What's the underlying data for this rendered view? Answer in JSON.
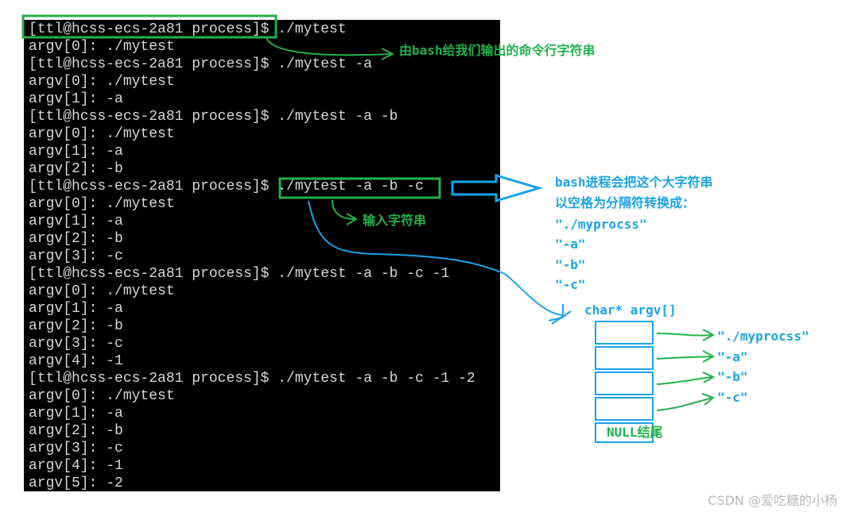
{
  "terminal": {
    "lines": [
      "[ttl@hcss-ecs-2a81 process]$ ./mytest",
      "argv[0]: ./mytest",
      "[ttl@hcss-ecs-2a81 process]$ ./mytest -a",
      "argv[0]: ./mytest",
      "argv[1]: -a",
      "[ttl@hcss-ecs-2a81 process]$ ./mytest -a -b",
      "argv[0]: ./mytest",
      "argv[1]: -a",
      "argv[2]: -b",
      "[ttl@hcss-ecs-2a81 process]$ ./mytest -a -b -c",
      "argv[0]: ./mytest",
      "argv[1]: -a",
      "argv[2]: -b",
      "argv[3]: -c",
      "[ttl@hcss-ecs-2a81 process]$ ./mytest -a -b -c -1",
      "argv[0]: ./mytest",
      "argv[1]: -a",
      "argv[2]: -b",
      "argv[3]: -c",
      "argv[4]: -1",
      "[ttl@hcss-ecs-2a81 process]$ ./mytest -a -b -c -1 -2",
      "argv[0]: ./mytest",
      "argv[1]: -a",
      "argv[2]: -b",
      "argv[3]: -c",
      "argv[4]: -1",
      "argv[5]: -2"
    ]
  },
  "annotations": {
    "prompt_note": "由bash给我们输出的命令行字符串",
    "input_note": "输入字符串",
    "split_note_line1": "bash进程会把这个大字符串",
    "split_note_line2": "以空格为分隔符转换成：",
    "split_tokens": [
      "\"./myprocss\"",
      "\"-a\"",
      "\"-b\"",
      "\"-c\""
    ]
  },
  "argv_array": {
    "title": "char* argv[]",
    "entries": [
      "\"./myprocss\"",
      "\"-a\"",
      "\"-b\"",
      "\"-c\""
    ],
    "null_label": "NULL结尾"
  },
  "watermark": "CSDN @爱吃糖的小杨",
  "colors": {
    "terminal_bg": "#000000",
    "terminal_text": "#d7d7d7",
    "annotation_green": "#22b14c",
    "annotation_blue": "#1aa3e8"
  }
}
